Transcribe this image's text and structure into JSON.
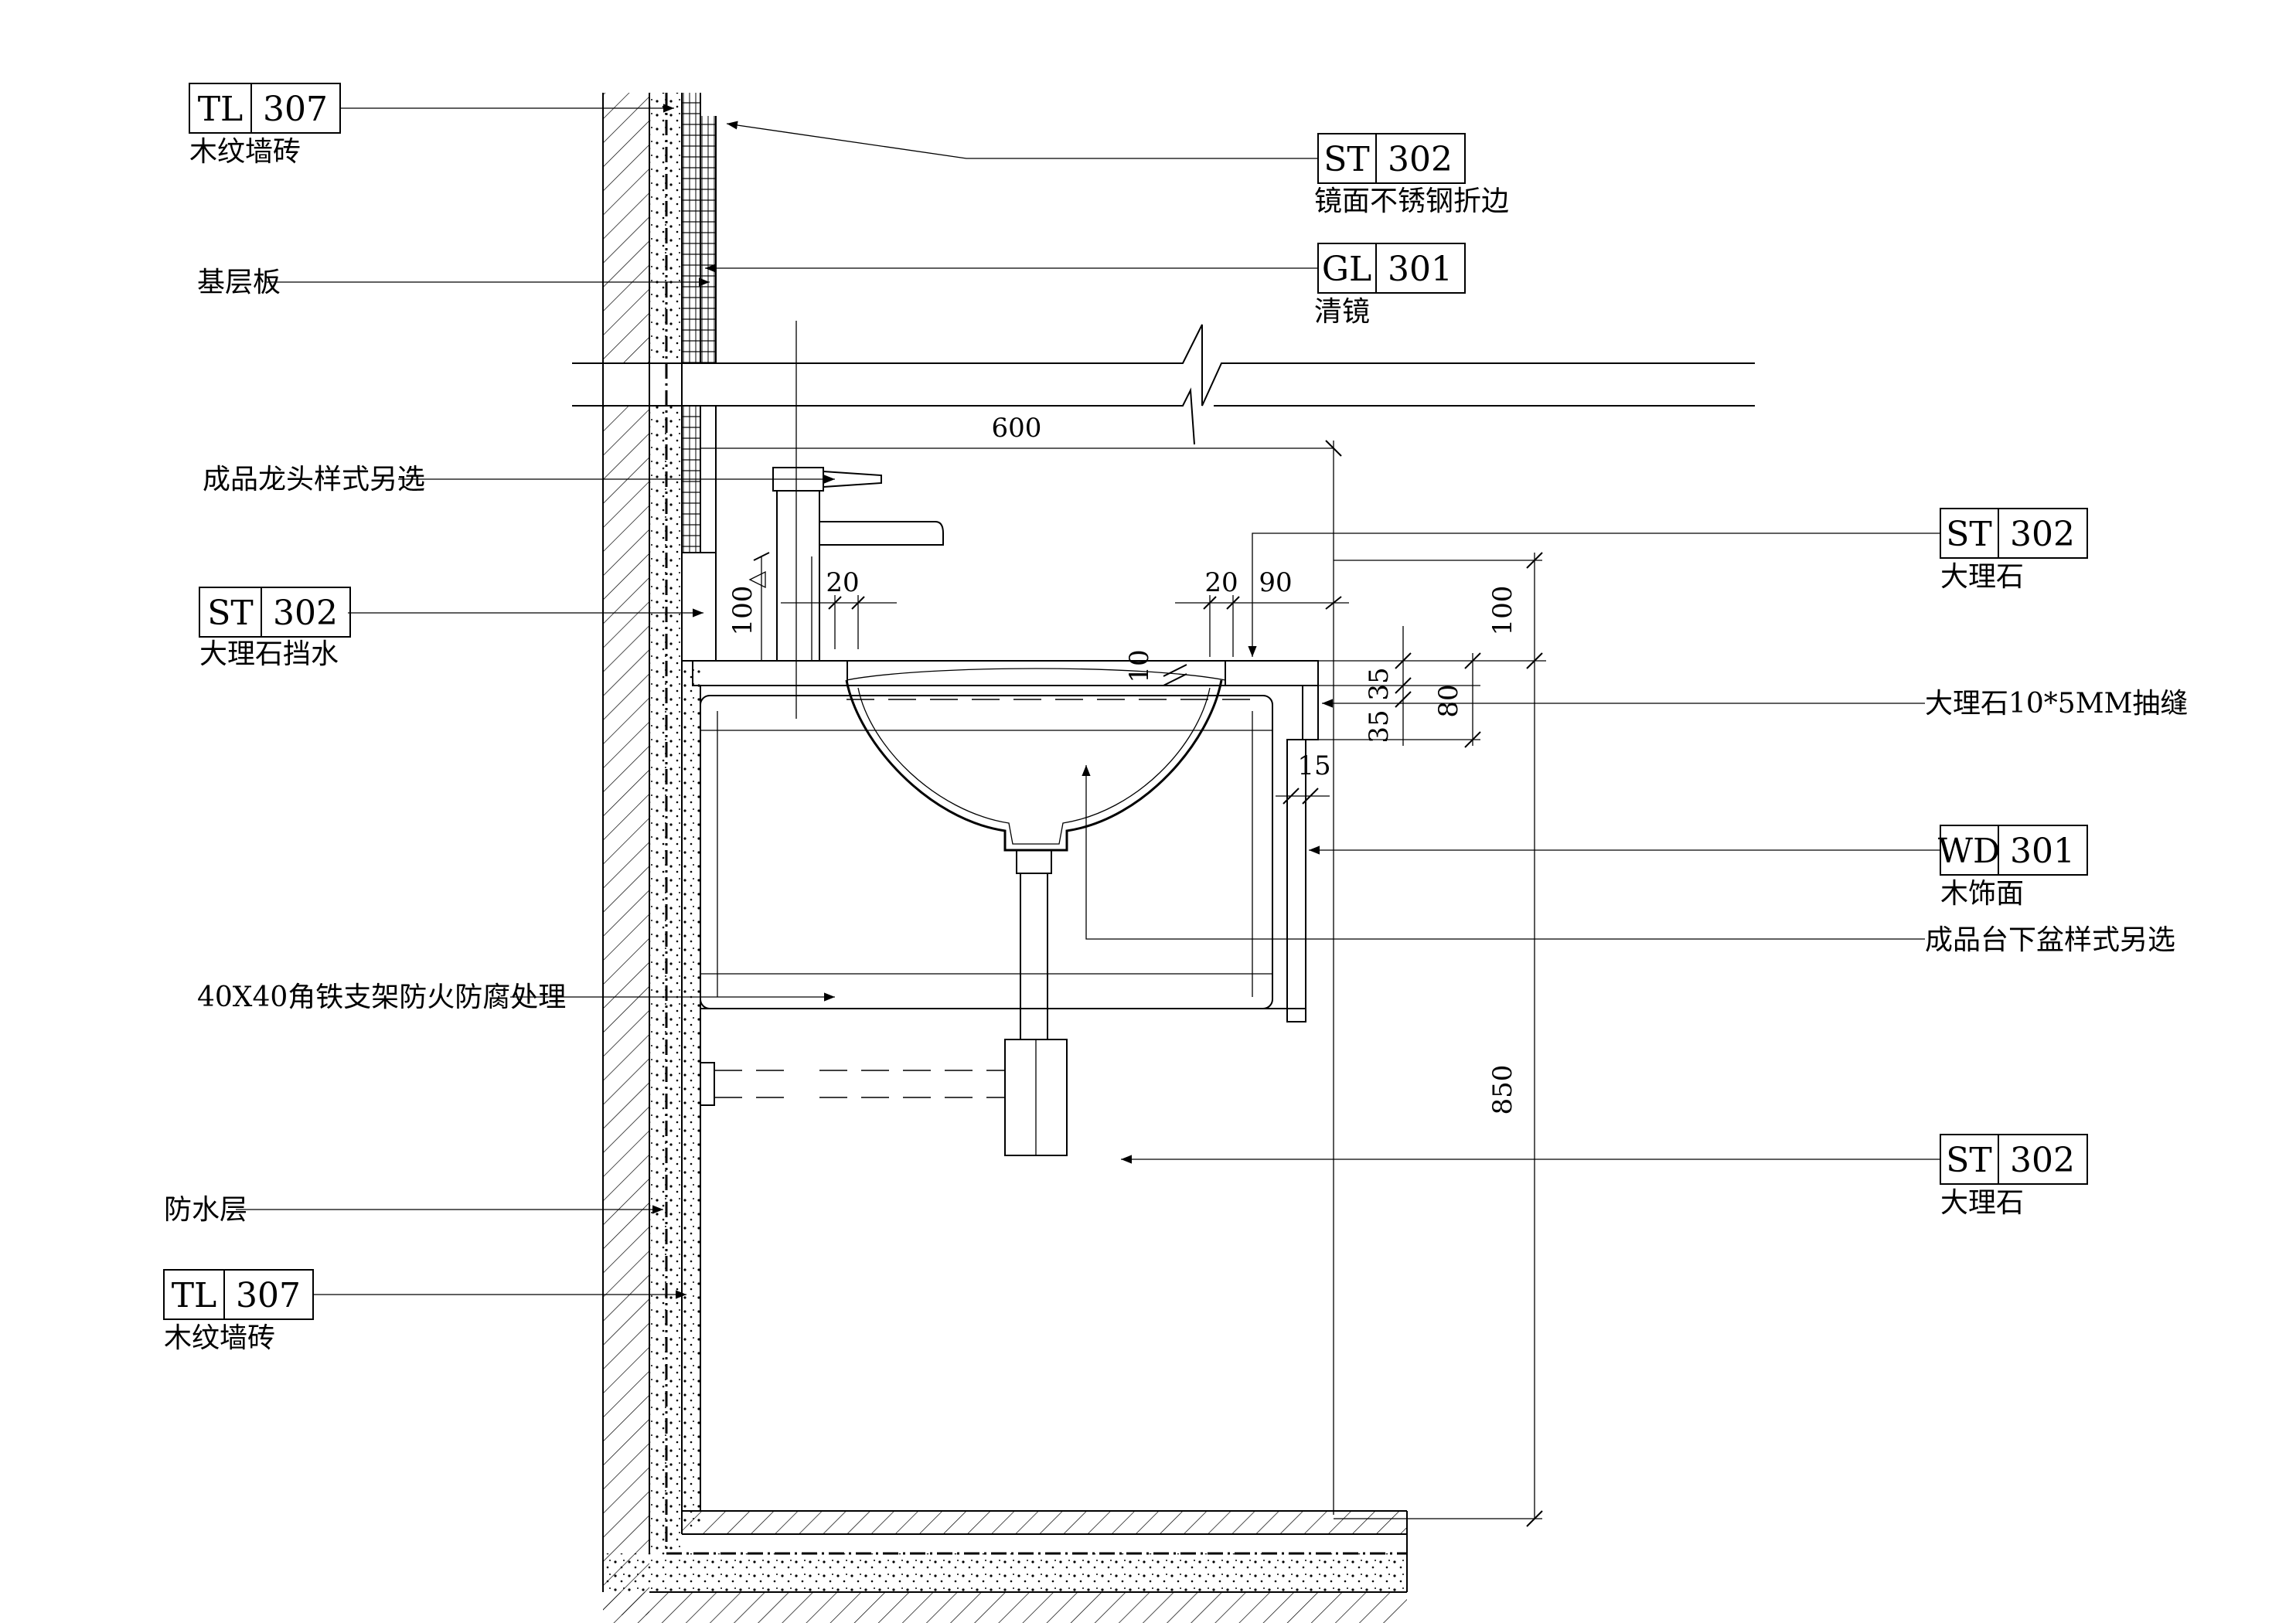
{
  "tags": {
    "tl307_top": {
      "code": "TL",
      "num": "307",
      "caption": "木纹墙砖"
    },
    "st302_mirror": {
      "code": "ST",
      "num": "302",
      "caption": "镜面不锈钢折边"
    },
    "gl301": {
      "code": "GL",
      "num": "301",
      "caption": "清镜"
    },
    "st302_splash": {
      "code": "ST",
      "num": "302",
      "caption": "大理石挡水"
    },
    "st302_top": {
      "code": "ST",
      "num": "302",
      "caption": "大理石"
    },
    "wd301": {
      "code": "WD",
      "num": "301",
      "caption": "木饰面"
    },
    "st302_bottom": {
      "code": "ST",
      "num": "302",
      "caption": "大理石"
    },
    "tl307_bottom": {
      "code": "TL",
      "num": "307",
      "caption": "木纹墙砖"
    }
  },
  "labels": {
    "base_board": "基层板",
    "faucet": "成品龙头样式另选",
    "marble_groove": "大理石10*5MM抽缝",
    "basin": "成品台下盆样式另选",
    "bracket": "40X40角铁支架防火防腐处理",
    "waterproof": "防水层"
  },
  "dimensions": {
    "d600": "600",
    "d20a": "20",
    "d20b": "20",
    "d90": "90",
    "d100a": "100",
    "d100b": "100",
    "d10": "10",
    "d35a": "35",
    "d35b": "35",
    "d80": "80",
    "d15": "15",
    "d850": "850"
  }
}
